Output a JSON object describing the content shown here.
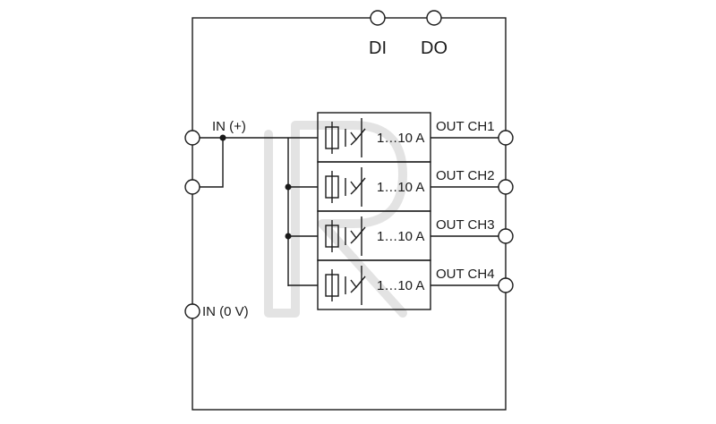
{
  "terminals": {
    "di": "DI",
    "do": "DO",
    "in_plus": "IN (+)",
    "in_zero": "IN (0 V)"
  },
  "channels": [
    {
      "output": "OUT CH1",
      "rating": "1…10 A"
    },
    {
      "output": "OUT CH2",
      "rating": "1…10 A"
    },
    {
      "output": "OUT CH3",
      "rating": "1…10 A"
    },
    {
      "output": "OUT CH4",
      "rating": "1…10 A"
    }
  ],
  "colors": {
    "line": "#1a1a1a",
    "watermark": "#e3e3e3",
    "background": "#ffffff"
  }
}
